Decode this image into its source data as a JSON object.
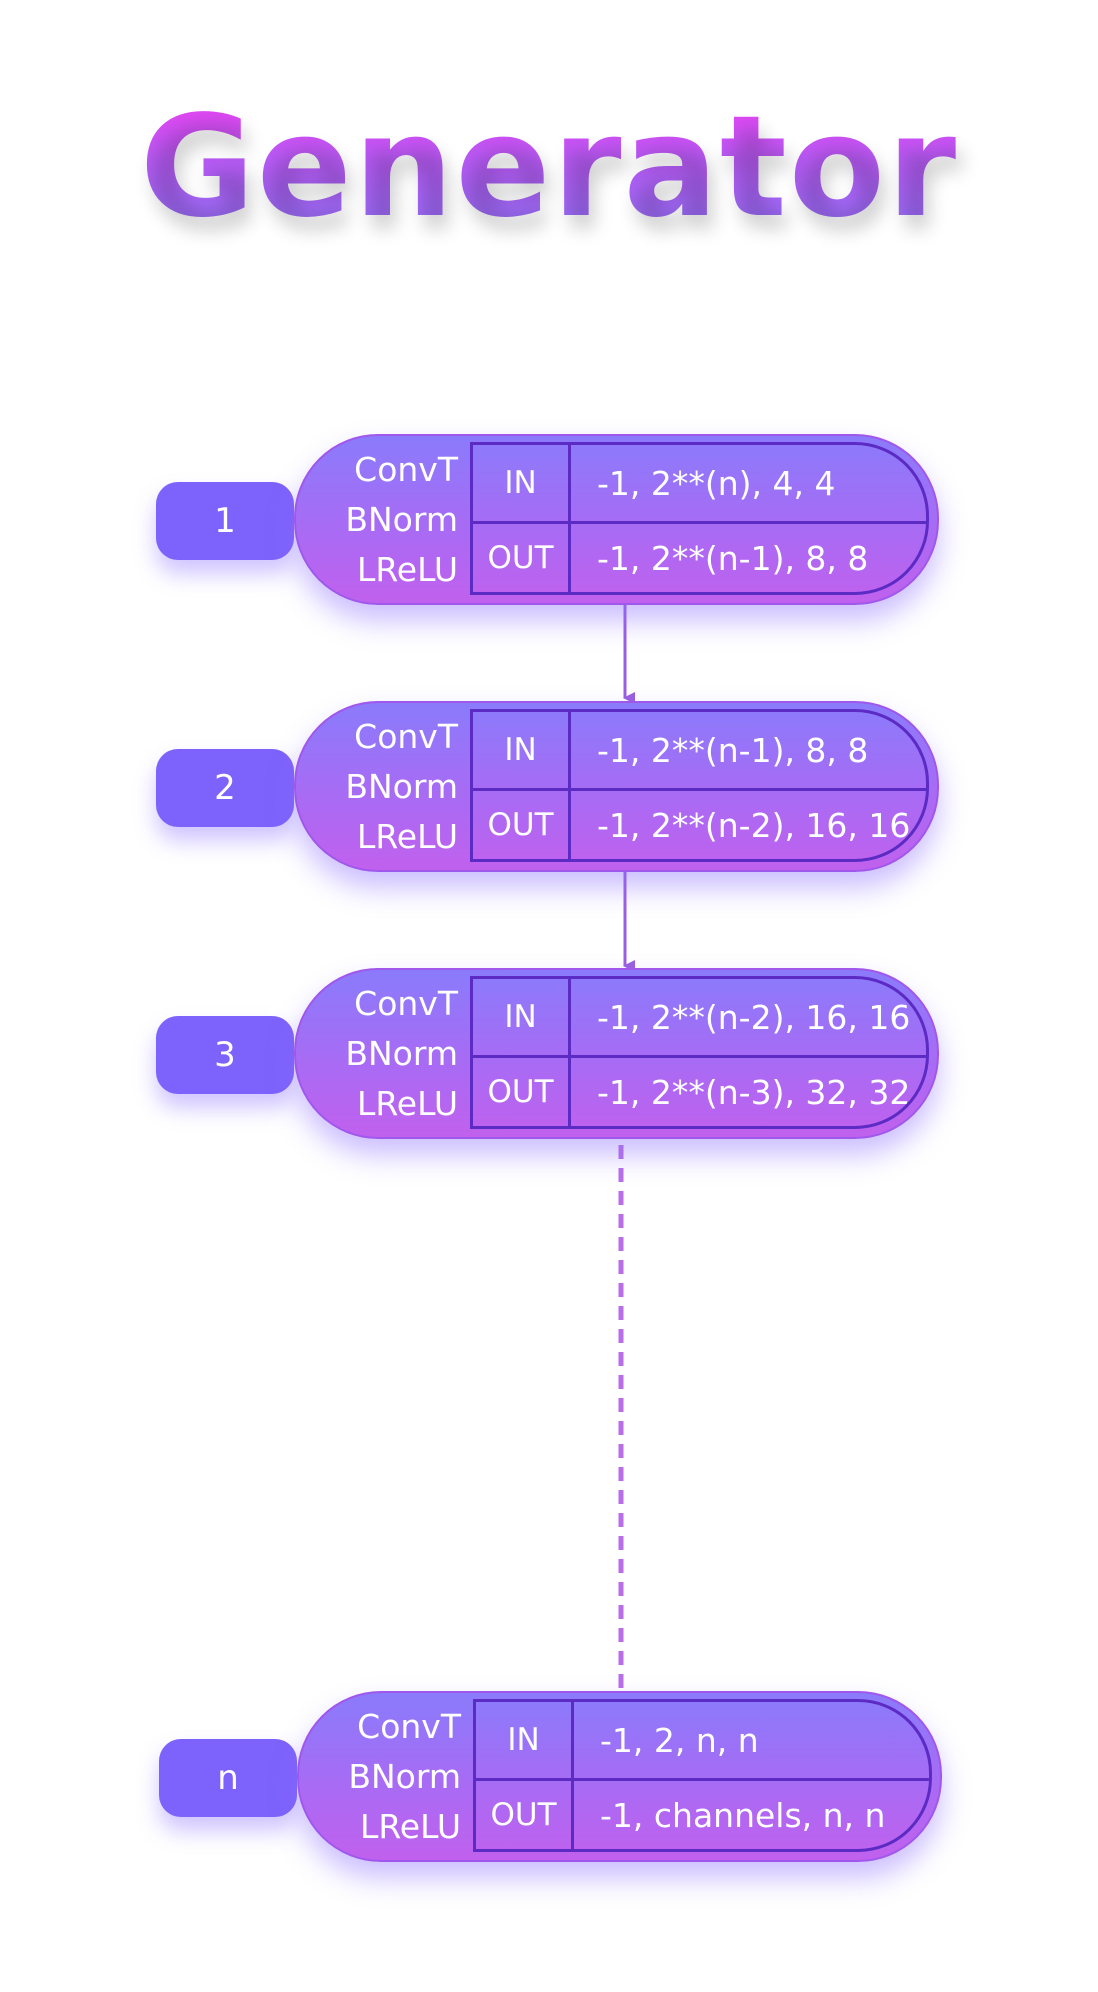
{
  "title": "Generator",
  "colors": {
    "badge": "#7d62fb",
    "pill_top": "#8a7bfb",
    "pill_bottom": "#c061ee",
    "border": "#5b2bc4",
    "connector": "#9a5fe0"
  },
  "layers": [
    {
      "id": "1",
      "ops": [
        "ConvT",
        "BNorm",
        "LReLU"
      ],
      "in_label": "IN",
      "in_value": "-1, 2**(n), 4, 4",
      "out_label": "OUT",
      "out_value": "-1, 2**(n-1), 8, 8"
    },
    {
      "id": "2",
      "ops": [
        "ConvT",
        "BNorm",
        "LReLU"
      ],
      "in_label": "IN",
      "in_value": "-1, 2**(n-1), 8, 8",
      "out_label": "OUT",
      "out_value": "-1, 2**(n-2), 16, 16"
    },
    {
      "id": "3",
      "ops": [
        "ConvT",
        "BNorm",
        "LReLU"
      ],
      "in_label": "IN",
      "in_value": "-1, 2**(n-2), 16, 16",
      "out_label": "OUT",
      "out_value": "-1, 2**(n-3), 32, 32"
    },
    {
      "id": "n",
      "ops": [
        "ConvT",
        "BNorm",
        "LReLU"
      ],
      "in_label": "IN",
      "in_value": "-1, 2, n, n",
      "out_label": "OUT",
      "out_value": "-1, channels, n, n"
    }
  ]
}
